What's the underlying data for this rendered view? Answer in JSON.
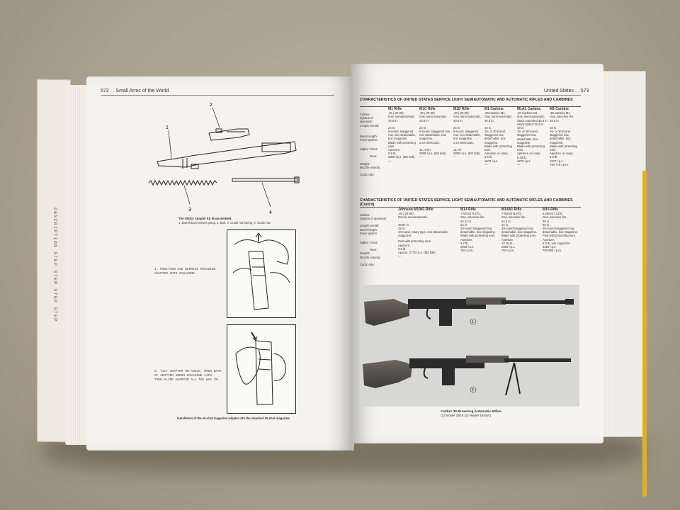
{
  "left_page": {
    "header": "572 . . Small Arms of the World",
    "diagram": {
      "callouts": [
        "1",
        "2",
        "3",
        "4"
      ],
      "caption_title": "The XM201 Adapter Kit disassembled.",
      "caption_body": "1. Barrel and receiver group. 2. Bolt. 3. Guide rod spring. 4. Guide rod."
    },
    "steps": [
      {
        "text": "1. POSITION AND DEPRESS MAGAZINE ADAPTER INTO MAGAZINE."
      },
      {
        "text": "2. TILT ADAPTER ON ANGLE, HOOK BACK OF ADAPTER UNDER MAGAZINE LIPS. THEN SLIDE ADAPTER ALL THE WAY IN."
      }
    ],
    "bottom_caption": "Installation of the 10-shot magazine adapter into the standard 30-shot magazine."
  },
  "right_page": {
    "header": "United States . . 573",
    "table1": {
      "title": "CHARACTERISTICS OF UNITED STATES SERVICE LIGHT SEMIAUTOMATIC AND AUTOMATIC RIFLES AND CARBINES",
      "columns": [
        "M1 Rifle",
        "M1C Rifle",
        "M1D Rifle",
        "M1 Carbine",
        "M1A1 Carbine",
        "M2 Carbine"
      ],
      "row_labels": [
        "Caliber:",
        "System of operation:",
        "Length overall:",
        "",
        "Barrel length:",
        "Feed system:",
        "",
        "",
        "Sights: Front:",
        "",
        "Rear:",
        "",
        "Weight:",
        "Muzzle velocity:",
        "",
        "Cyclic rate:"
      ],
      "cells": [
        [
          ".30 (.30-06).",
          "Gas, semiautomatic.",
          "43.6 in.",
          "",
          "24 in.",
          "8-round, staggered row, non-detachable, box magazine.",
          "Blade with protecting ears.",
          "Aperture.",
          "9.5 lb.",
          "2805 f.p.s. (M2 ball).",
          "—"
        ],
        [
          ".30 (.30-06).",
          "Gas, semi-automatic.",
          "43.6 in.",
          "",
          "24 in.",
          "8-round, staggered row, non-detachable, box magazine.",
          "2.2X telescopic.",
          "",
          "11.75 lb.*",
          "2805 f.p.s. (M2 ball).",
          "—"
        ],
        [
          ".30 (.30-06).",
          "Gas, semi-automatic.",
          "43.6 in.",
          "",
          "24 in.",
          "8-round, staggered row, non-detachable, box magazine.",
          "2.2X telescopic.",
          "",
          "11.75*",
          "2805 f.p.s. (M2 ball).",
          "—"
        ],
        [
          ".30 Carbine M1.",
          "Gas, semi-automatic.",
          "35.6 in.",
          "",
          "18 in.",
          "15- or 30-round, staggered row, detachable, box magazine.",
          "Blade with protecting ears.",
          "Aperture on ramp.",
          "5.5 lb.",
          "1970 f.p.s.",
          "—"
        ],
        [
          ".30 Carbine M1.",
          "Gas, semi-automatic, Stock extended 35.6 in. Stock folded 25.4 in.",
          "18 in.",
          "15- or 30-round, staggered row, detachable, box magazine.",
          "Blade with protecting ears.",
          "Aperture on ramp.",
          "6.19 lb.",
          "1970 f.p.s.",
          "—"
        ],
        [
          ".30 Carbine M1.",
          "Gas, selective fire.",
          "35.6 in.",
          "",
          "18 in.",
          "15- or 30-round, staggered row, detachable, box magazine.",
          "Blade with protecting ears.",
          "Aperture on ramp.",
          "5.5 lb.",
          "1970 f.p.s.",
          "750-775 r.p.m."
        ]
      ]
    },
    "table2": {
      "title": "CHARACTERISTICS OF UNITED STATES SERVICE LIGHT SEMIAUTOMATIC AND AUTOMATIC RIFLES AND CARBINES (Cont'd)",
      "columns": [
        "Johnson M1941 Rifle",
        "M14 Rifle",
        "M14A1 Rifle",
        "M16 Rifle"
      ],
      "row_labels": [
        "Caliber:",
        "System of operation:",
        "",
        "Length overall:",
        "Barrel length:",
        "Feed system:",
        "",
        "",
        "Sights: Front:",
        "",
        "Rear:",
        "Weight:",
        "Muzzle velocity:",
        "",
        "Cyclic rate:"
      ],
      "cells": [
        [
          ".30 (.30-06).",
          "Recoil, semiautomatic.",
          "45.87 in.",
          "22 in.",
          "10-round, rotary type, non-detachable magazine.",
          "Post with protecting ears.",
          "Aperture.",
          "9.5 lb.",
          "Approx. 2770 f.p.s. (M2 ball).",
          "—"
        ],
        [
          "7.62mm NATO.",
          "Gas, selective fire.",
          "44.14 in.",
          "22 in.",
          "20-round staggered row, detachable, box magazine.",
          "Blade with protecting ears.",
          "Aperture.",
          "8.7 lb.",
          "2800 f.p.s.",
          "750 r.p.m."
        ],
        [
          "7.62mm NATO.",
          "Gas, selective fire.",
          "44.3 in.",
          "22 in.",
          "20-round staggered row, detachable, box magazine.",
          "Blade with protecting ears.",
          "Aperture.",
          "12.75 lb.",
          "2800 f.p.s.",
          "750 r.p.m."
        ],
        [
          "5.56mm (.223).",
          "Gas, selective fire.",
          "39 in.",
          "20 in.",
          "20-round staggered row, detachable, box magazine.",
          "Post with protecting ears.",
          "Aperture.",
          "6.3 lb. w/o magazine.",
          "3250 f.p.s.",
          "700-800 r.p.m."
        ]
      ]
    },
    "photo": {
      "markers": [
        "1",
        "2"
      ],
      "caption_title": "Caliber 30 Browning Automatic Rifles.",
      "caption_body": "(1) Model 1918 (2) Model 1918A1"
    }
  },
  "colors": {
    "table_surface": "#a89f8e",
    "paper": "#f4f3ef",
    "spine_accent": "#d8b32a"
  }
}
